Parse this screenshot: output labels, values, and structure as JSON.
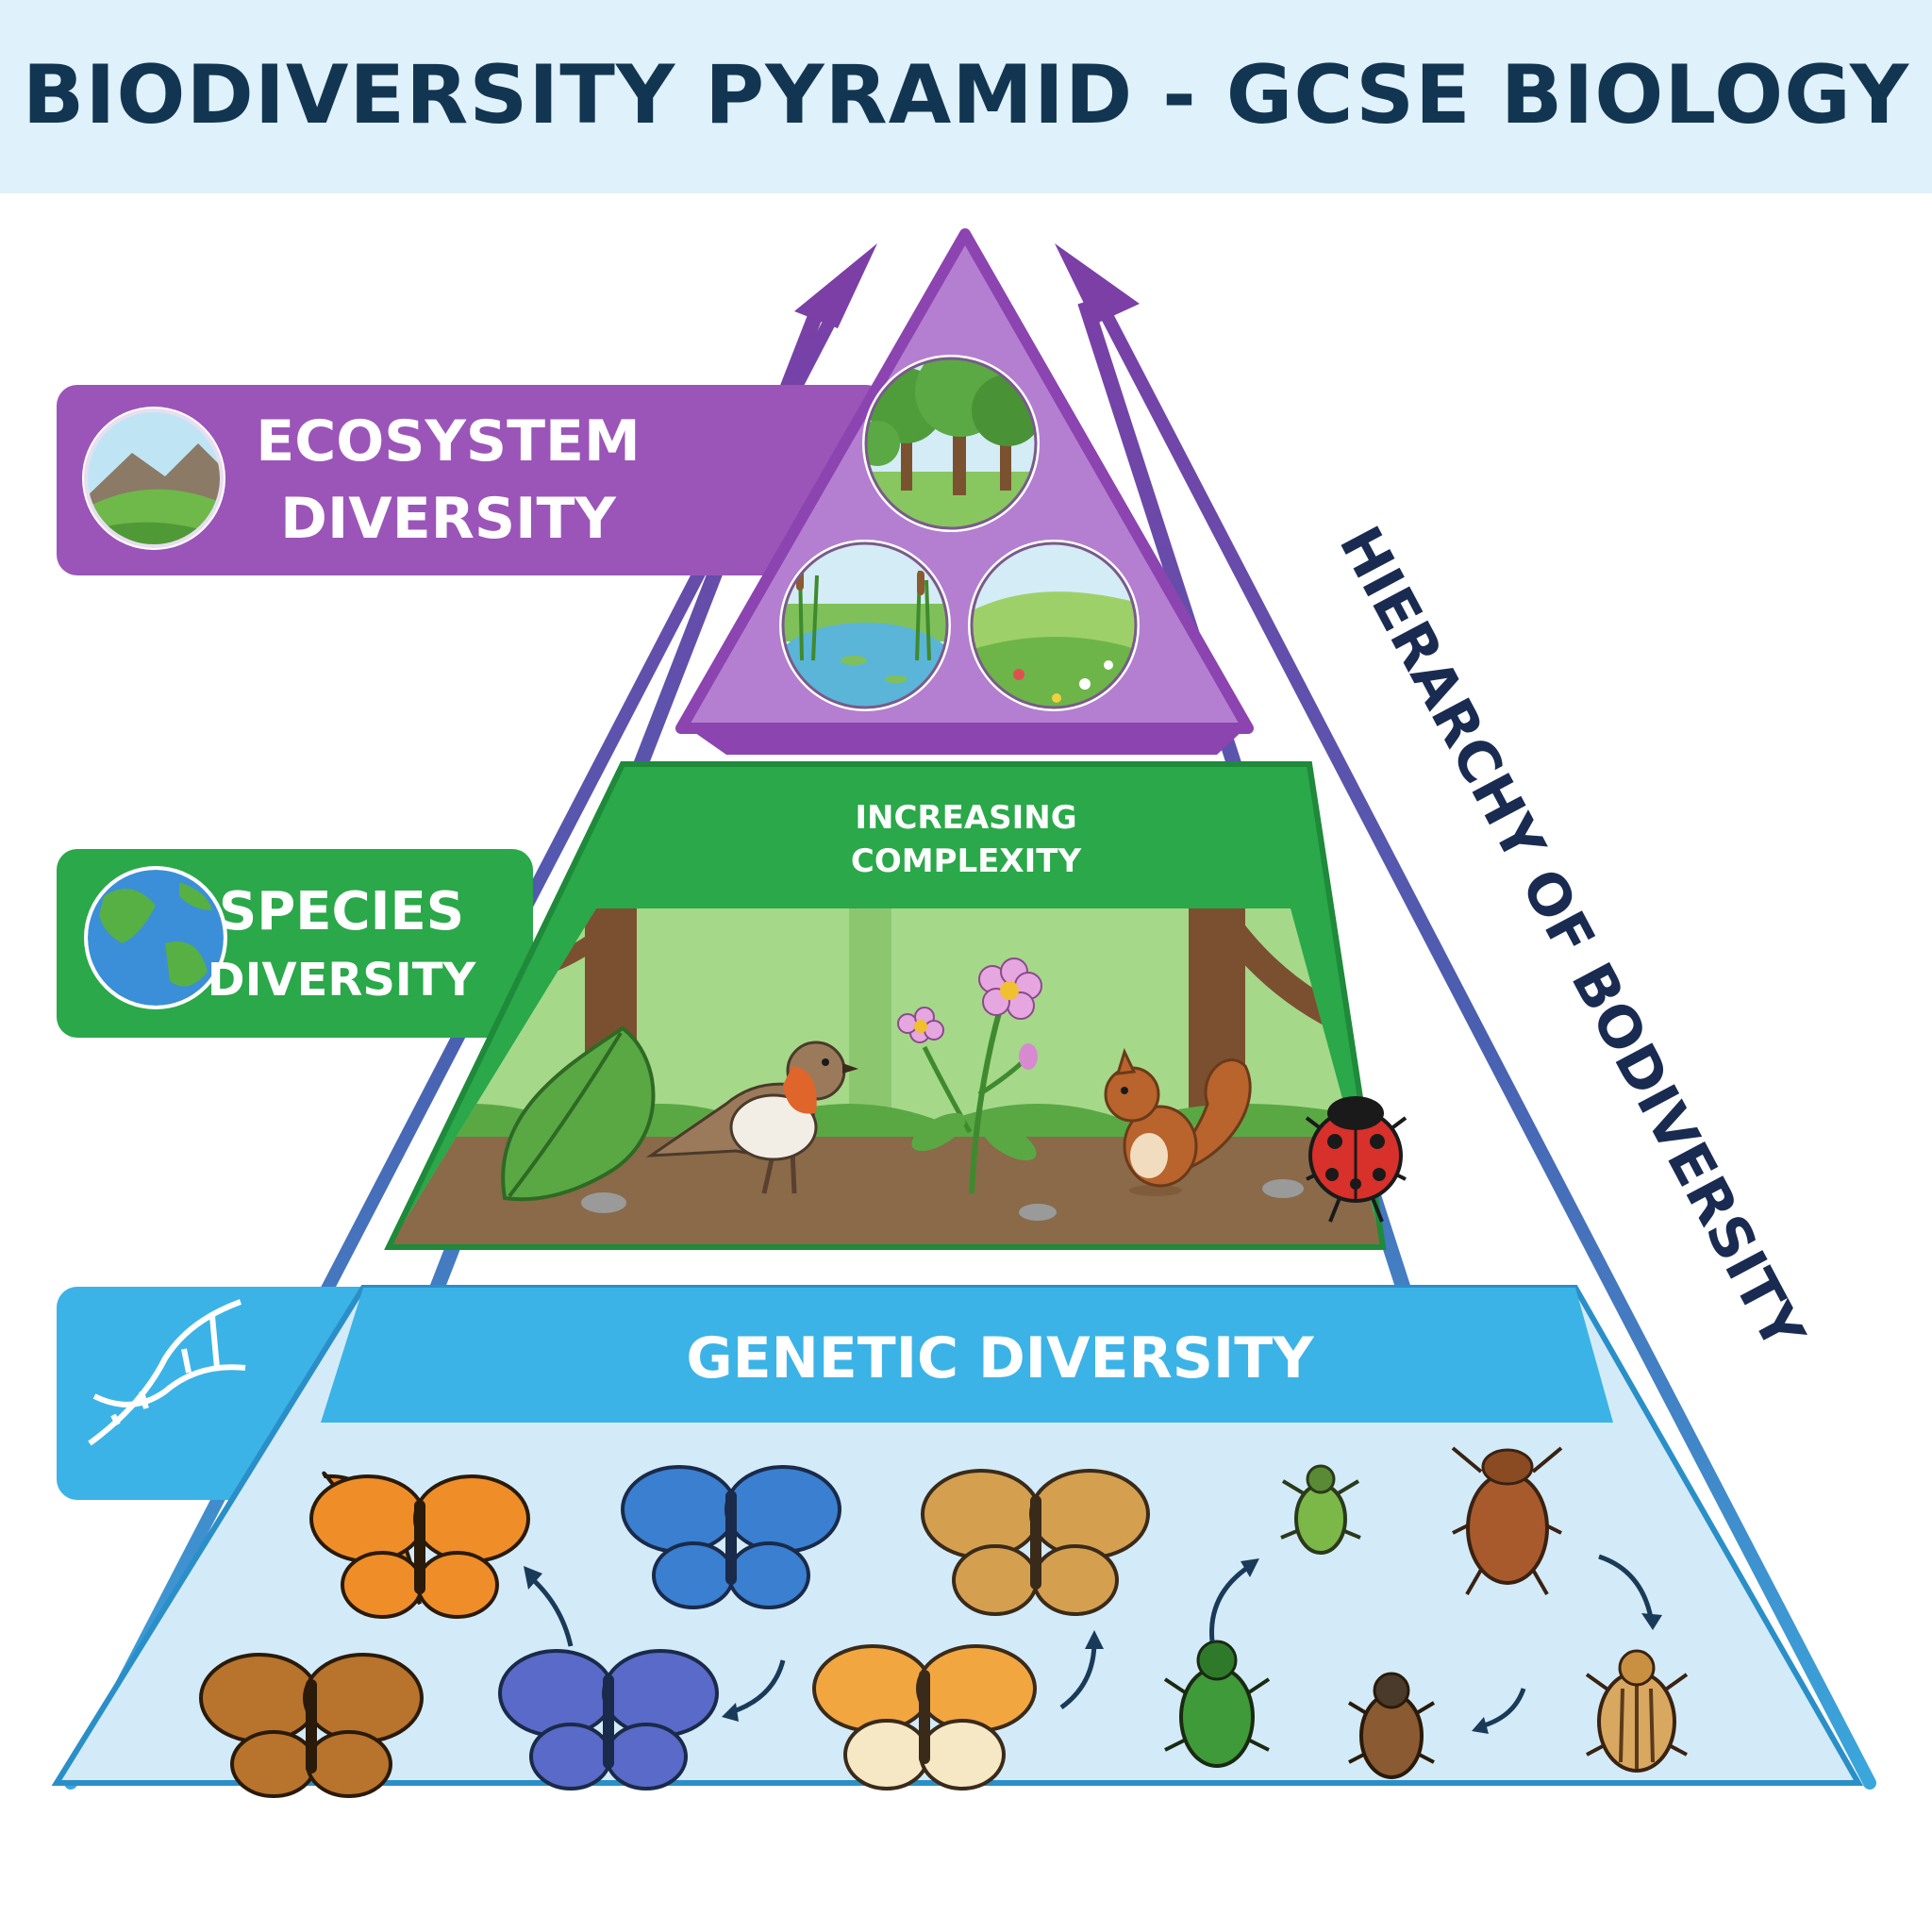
{
  "title": "BIODIVERSITY PYRAMID - GCSE BIOLOGY",
  "levels": {
    "ecosystem": {
      "line1": "ECOSYSTEM",
      "line2": "DIVERSITY",
      "color": "#9b55b8",
      "icon": "landscape-icon",
      "habitats": [
        "woodland",
        "pond",
        "meadow"
      ]
    },
    "species": {
      "line1": "SPECIES",
      "line2": "DIVERSITY",
      "color": "#2aa84a",
      "icon": "globe-icon",
      "band_line1": "INCREASING",
      "band_line2": "COMPLEXITY",
      "organisms": [
        "oak-leaf",
        "robin",
        "flowering-plant",
        "squirrel",
        "ladybird"
      ]
    },
    "genetic": {
      "label": "GENETIC DIVERSITY",
      "color": "#3bb3e6",
      "icon": "dna-icon",
      "organisms": [
        "butterfly-variants",
        "beetle-variants"
      ]
    }
  },
  "side_label": "HIERARCHY OF BODIVERSITY",
  "colors": {
    "header_bg": "#dff1fa",
    "title": "#123552",
    "arrow": "#7b3fa6",
    "side_text": "#1a2b52"
  }
}
